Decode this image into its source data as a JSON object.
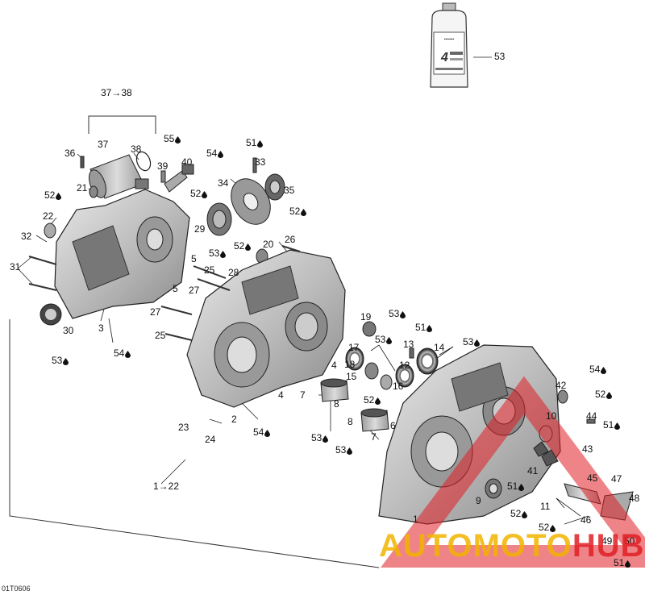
{
  "diagram_code": "01T0606",
  "watermark": {
    "part1": "AUTOMOTO",
    "part2": "HUB",
    "color1": "#f2b400",
    "color2": "#e01f25"
  },
  "group_labels": {
    "starter_group": "37→38",
    "main_group": "1→22"
  },
  "callouts": [
    {
      "id": "53a",
      "text": "53",
      "drop": false
    },
    {
      "id": "37-38",
      "text": "37→38",
      "drop": false
    },
    {
      "id": "36",
      "text": "36",
      "drop": false
    },
    {
      "id": "37",
      "text": "37",
      "drop": false
    },
    {
      "id": "38",
      "text": "38",
      "drop": false
    },
    {
      "id": "55",
      "text": "55",
      "drop": true
    },
    {
      "id": "39",
      "text": "39",
      "drop": false
    },
    {
      "id": "40",
      "text": "40",
      "drop": false
    },
    {
      "id": "52a",
      "text": "52",
      "drop": true
    },
    {
      "id": "21",
      "text": "21",
      "drop": false
    },
    {
      "id": "52b",
      "text": "52",
      "drop": true
    },
    {
      "id": "22",
      "text": "22",
      "drop": false
    },
    {
      "id": "32",
      "text": "32",
      "drop": false
    },
    {
      "id": "31",
      "text": "31",
      "drop": false
    },
    {
      "id": "54a",
      "text": "54",
      "drop": true
    },
    {
      "id": "51a",
      "text": "51",
      "drop": true
    },
    {
      "id": "33",
      "text": "33",
      "drop": false
    },
    {
      "id": "34",
      "text": "34",
      "drop": false
    },
    {
      "id": "35",
      "text": "35",
      "drop": false
    },
    {
      "id": "52c",
      "text": "52",
      "drop": true
    },
    {
      "id": "29",
      "text": "29",
      "drop": false
    },
    {
      "id": "53b",
      "text": "53",
      "drop": true
    },
    {
      "id": "52d",
      "text": "52",
      "drop": true
    },
    {
      "id": "20",
      "text": "20",
      "drop": false
    },
    {
      "id": "26",
      "text": "26",
      "drop": false
    },
    {
      "id": "5a",
      "text": "5",
      "drop": false
    },
    {
      "id": "25a",
      "text": "25",
      "drop": false
    },
    {
      "id": "28",
      "text": "28",
      "drop": false
    },
    {
      "id": "5b",
      "text": "5",
      "drop": false
    },
    {
      "id": "27a",
      "text": "27",
      "drop": false
    },
    {
      "id": "27b",
      "text": "27",
      "drop": false
    },
    {
      "id": "25b",
      "text": "25",
      "drop": false
    },
    {
      "id": "30",
      "text": "30",
      "drop": false
    },
    {
      "id": "3",
      "text": "3",
      "drop": false
    },
    {
      "id": "53c",
      "text": "53",
      "drop": true
    },
    {
      "id": "54b",
      "text": "54",
      "drop": true
    },
    {
      "id": "19",
      "text": "19",
      "drop": false
    },
    {
      "id": "53d",
      "text": "53",
      "drop": true
    },
    {
      "id": "53e",
      "text": "53",
      "drop": true
    },
    {
      "id": "51b",
      "text": "51",
      "drop": true
    },
    {
      "id": "53f",
      "text": "53",
      "drop": true
    },
    {
      "id": "17",
      "text": "17",
      "drop": false
    },
    {
      "id": "13",
      "text": "13",
      "drop": false
    },
    {
      "id": "14",
      "text": "14",
      "drop": false
    },
    {
      "id": "4a",
      "text": "4",
      "drop": false
    },
    {
      "id": "18",
      "text": "18",
      "drop": false
    },
    {
      "id": "15",
      "text": "15",
      "drop": false
    },
    {
      "id": "16",
      "text": "16",
      "drop": false
    },
    {
      "id": "12",
      "text": "12",
      "drop": false
    },
    {
      "id": "54c",
      "text": "54",
      "drop": true
    },
    {
      "id": "42",
      "text": "42",
      "drop": false
    },
    {
      "id": "52e",
      "text": "52",
      "drop": true
    },
    {
      "id": "4b",
      "text": "4",
      "drop": false
    },
    {
      "id": "7a",
      "text": "7",
      "drop": false
    },
    {
      "id": "8a",
      "text": "8",
      "drop": false
    },
    {
      "id": "52f",
      "text": "52",
      "drop": true
    },
    {
      "id": "44",
      "text": "44",
      "drop": false
    },
    {
      "id": "51c",
      "text": "51",
      "drop": true
    },
    {
      "id": "10",
      "text": "10",
      "drop": false
    },
    {
      "id": "8b",
      "text": "8",
      "drop": false
    },
    {
      "id": "6",
      "text": "6",
      "drop": false
    },
    {
      "id": "2",
      "text": "2",
      "drop": false
    },
    {
      "id": "23",
      "text": "23",
      "drop": false
    },
    {
      "id": "24",
      "text": "24",
      "drop": false
    },
    {
      "id": "54d",
      "text": "54",
      "drop": true
    },
    {
      "id": "53g",
      "text": "53",
      "drop": true
    },
    {
      "id": "53h",
      "text": "53",
      "drop": true
    },
    {
      "id": "7b",
      "text": "7",
      "drop": false
    },
    {
      "id": "43",
      "text": "43",
      "drop": false
    },
    {
      "id": "41",
      "text": "41",
      "drop": false
    },
    {
      "id": "51d",
      "text": "51",
      "drop": true
    },
    {
      "id": "45",
      "text": "45",
      "drop": false
    },
    {
      "id": "47",
      "text": "47",
      "drop": false
    },
    {
      "id": "9",
      "text": "9",
      "drop": false
    },
    {
      "id": "11",
      "text": "11",
      "drop": false
    },
    {
      "id": "52g",
      "text": "52",
      "drop": true
    },
    {
      "id": "48",
      "text": "48",
      "drop": false
    },
    {
      "id": "1",
      "text": "1",
      "drop": false
    },
    {
      "id": "46",
      "text": "46",
      "drop": false
    },
    {
      "id": "52h",
      "text": "52",
      "drop": true
    },
    {
      "id": "1-22",
      "text": "1→22",
      "drop": false
    },
    {
      "id": "49",
      "text": "49",
      "drop": false
    },
    {
      "id": "50",
      "text": "50",
      "drop": false
    },
    {
      "id": "51e",
      "text": "51",
      "drop": true
    }
  ]
}
